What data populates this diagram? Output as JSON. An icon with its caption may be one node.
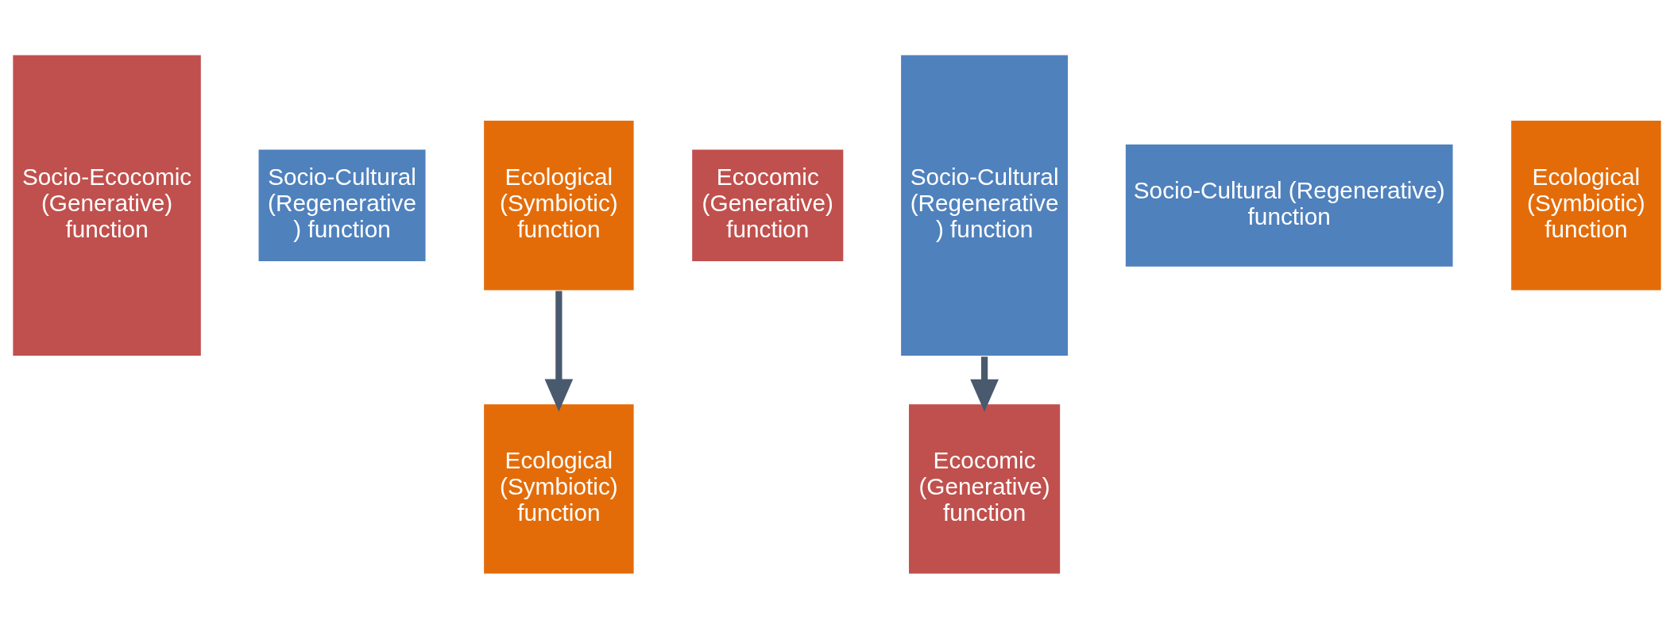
{
  "diagram": {
    "nodes": [
      {
        "text": [
          "Socio-Ecocomic (Generative) function"
        ]
      },
      {
        "text": [
          "Socio-Cultural (Regenerative ) function"
        ]
      },
      {
        "text": [
          "Ecological (Symbiotic) function"
        ]
      },
      {
        "text": [
          "Ecocomic (Generative) function"
        ]
      },
      {
        "text": [
          "Ecological (Symbiotic) function"
        ]
      },
      {
        "text": [
          "Socio-Cultural (Regenerative ) function"
        ]
      },
      {
        "text": [
          "Socio-Cultural (Regenerative) function"
        ]
      },
      {
        "text": [
          "Ecocomic (Generative) function"
        ]
      },
      {
        "text": [
          "Ecological (Symbiotic) function"
        ]
      }
    ],
    "edges": [
      {
        "from": 2,
        "to": 4,
        "arrow": "to"
      },
      {
        "from": 5,
        "to": 7,
        "arrow": "to"
      }
    ]
  }
}
